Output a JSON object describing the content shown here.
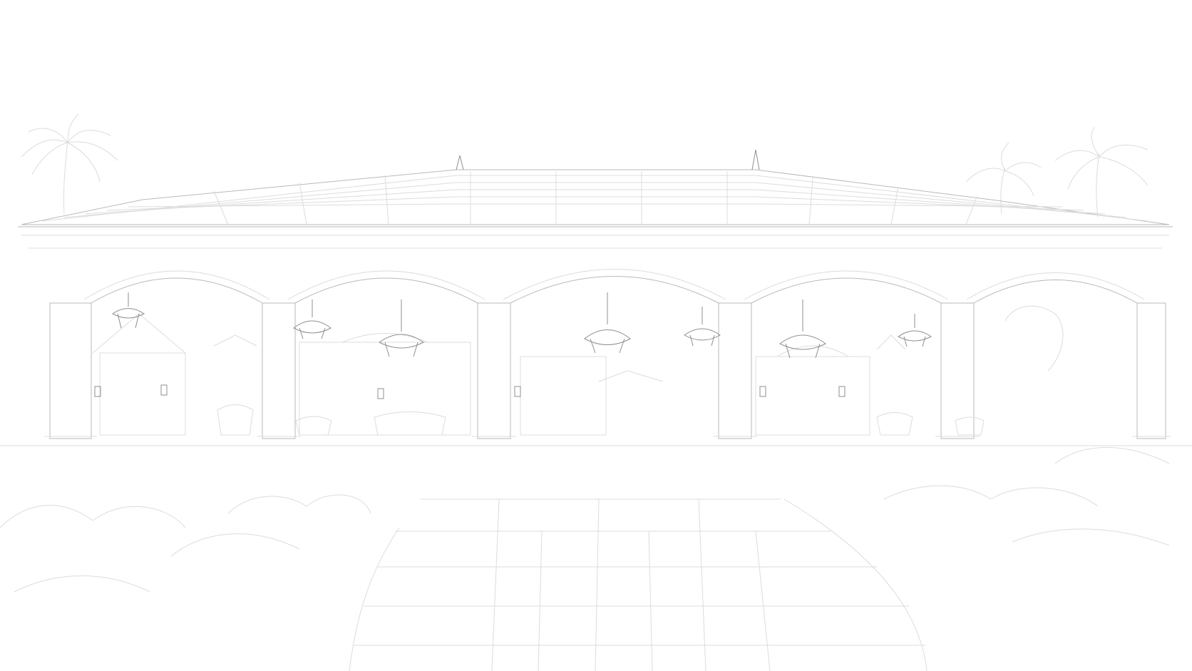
{
  "image": {
    "style": "pencil line sketch",
    "colors": {
      "background": "#ffffff",
      "line": "#b9b9b9",
      "faint_line": "#dcdcdc",
      "dark_line": "#8f8f8f"
    },
    "arch_count": 5,
    "chandelier_count": 7,
    "palm_count": 3
  }
}
